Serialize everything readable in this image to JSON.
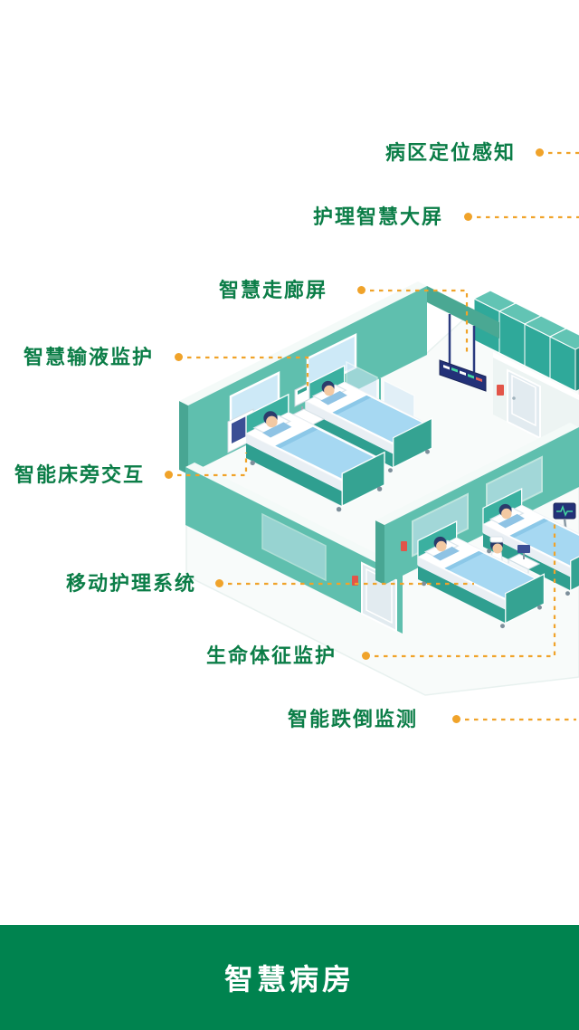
{
  "labels": [
    {
      "id": "ward-positioning",
      "text": "病区定位感知"
    },
    {
      "id": "nursing-dashboard",
      "text": "护理智慧大屏"
    },
    {
      "id": "corridor-screen",
      "text": "智慧走廊屏"
    },
    {
      "id": "infusion-monitoring",
      "text": "智慧输液监护"
    },
    {
      "id": "bedside-interaction",
      "text": "智能床旁交互"
    },
    {
      "id": "mobile-nursing",
      "text": "移动护理系统"
    },
    {
      "id": "vital-signs",
      "text": "生命体征监护"
    },
    {
      "id": "fall-detection",
      "text": "智能跌倒监测"
    }
  ],
  "footer": {
    "title": "智慧病房"
  },
  "colors": {
    "label_green": "#0b7d47",
    "dot_orange": "#f0a32a",
    "footer_green": "#00834f",
    "wall_teal": "#5fbfae",
    "bed_frame_teal": "#35a392",
    "blanket_blue": "#a6d8f2",
    "screen_navy": "#233178",
    "sign_red": "#e25549"
  },
  "scene": {
    "items": [
      "hospital-bed",
      "patient",
      "nurse",
      "corridor-screen",
      "wardrobe-cabinets",
      "door",
      "vital-signs-monitor",
      "mobile-nursing-cart",
      "infusion-pump",
      "bedside-terminal",
      "glass-partition"
    ]
  }
}
